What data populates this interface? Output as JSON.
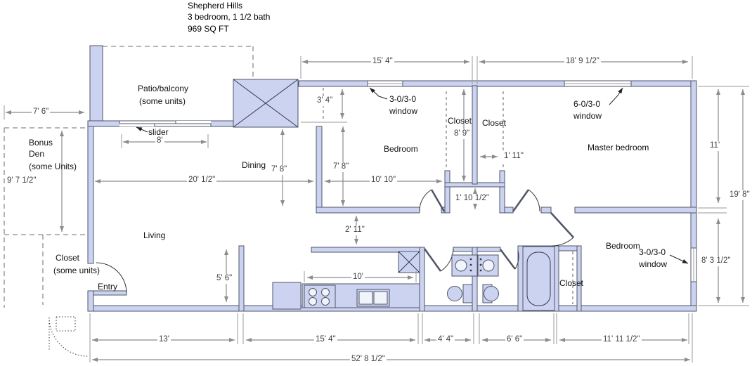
{
  "title": {
    "name": "Shepherd Hills",
    "specs": "3 bedroom, 1 1/2 bath",
    "area": "969 SQ FT"
  },
  "labels": {
    "patio": "Patio/balcony",
    "patio_note": "(some units)",
    "slider": "slider",
    "bonus1": "Bonus",
    "bonus2": "Den",
    "bonus3": "(some Units)",
    "dining": "Dining",
    "living": "Living",
    "bedroom_mid": "Bedroom",
    "closet_a": "Closet",
    "closet_b": "Closet",
    "master": "Master bedroom",
    "closet_entry": "Closet",
    "closet_entry_note": "(some units)",
    "entry": "Entry",
    "bedroom_br": "Bedroom",
    "closet_br": "Closet"
  },
  "windows": {
    "w1_size": "3-0/3-0",
    "w1_word": "window",
    "w2_size": "6-0/3-0",
    "w2_word": "window",
    "w3_size": "3-0/3-0",
    "w3_word": "window"
  },
  "dims": {
    "top_left_w": "7' 6\"",
    "bonus_h": "9' 7 1/2\"",
    "slider_w": "8'",
    "top_mid": "15' 4\"",
    "top_right": "18' 9 1/2\"",
    "bed_top": "3' 4\"",
    "dining_h": "7' 8\"",
    "bed_h": "7' 8\"",
    "closet_h": "8' 9\"",
    "closet_w": "1' 11\"",
    "linen": "1' 10 1/2\"",
    "living_w": "20' 1/2\"",
    "bed_w": "10' 10\"",
    "gap": "2' 11\"",
    "kitchen_wall": "5' 6\"",
    "kitchen_w": "10'",
    "master_h": "11'",
    "right_h": "19' 8\"",
    "bed_br_h": "8' 3 1/2\"",
    "bot_living": "13'",
    "bot_kitchen": "15' 4\"",
    "bot_bath1": "4' 4\"",
    "bot_bath2": "6' 6\"",
    "bot_bed": "11' 11 1/2\"",
    "total_w": "52' 8 1/2\""
  },
  "colors": {
    "wall_fill": "#ccd3f1",
    "wall_stroke": "#4f5566",
    "dim_line": "#8c8c8c",
    "dim_text": "#3f3f3f",
    "label_text": "#111111",
    "background": "#ffffff"
  }
}
